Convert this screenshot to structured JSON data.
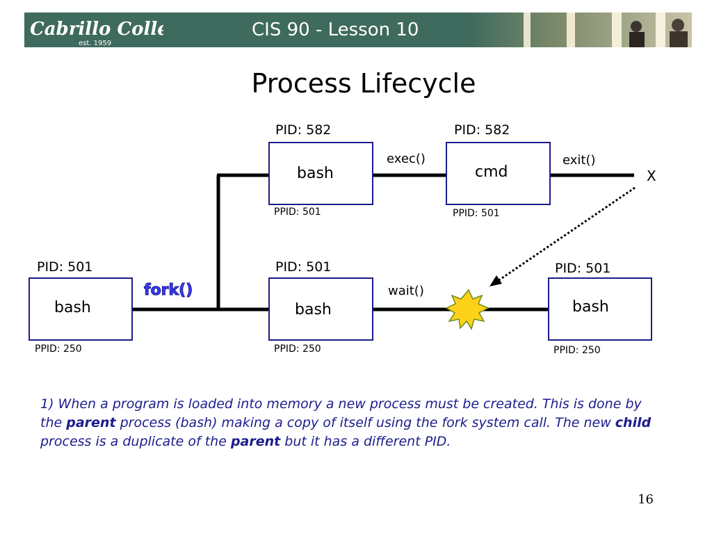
{
  "header": {
    "logo_text": "Cabrillo College",
    "logo_est": "est. 1959",
    "course_title": "CIS 90 - Lesson 10"
  },
  "slide": {
    "title": "Process Lifecycle",
    "page_number": "16"
  },
  "diagram": {
    "boxes": [
      {
        "id": "parent",
        "label": "bash",
        "pid": "PID: 501",
        "ppid": "PPID: 250"
      },
      {
        "id": "child",
        "label": "bash",
        "pid": "PID: 582",
        "ppid": "PPID: 501"
      },
      {
        "id": "child-exec",
        "label": "cmd",
        "pid": "PID: 582",
        "ppid": "PPID: 501"
      },
      {
        "id": "parent-wait",
        "label": "bash",
        "pid": "PID: 501",
        "ppid": "PPID: 250"
      },
      {
        "id": "parent-resumed",
        "label": "bash",
        "pid": "PID: 501",
        "ppid": "PPID: 250"
      }
    ],
    "calls": {
      "fork": "fork()",
      "exec": "exec()",
      "exit": "exit()",
      "wait": "wait()",
      "end_marker": "X"
    },
    "colors": {
      "box_border": "#1c1c8c",
      "fork_text": "#3a3aff",
      "starburst": "#ffd21a",
      "note_text": "#1c1c8c"
    }
  },
  "note": {
    "p1": "1) When a program is loaded into memory a new process must be created. This is done by the ",
    "b1": "parent",
    "p2": " process (bash) making a copy of itself using the fork system call.  The new ",
    "b2": "child",
    "p3": " process is a duplicate of the ",
    "b3": "parent",
    "p4": " but it has a different PID."
  }
}
